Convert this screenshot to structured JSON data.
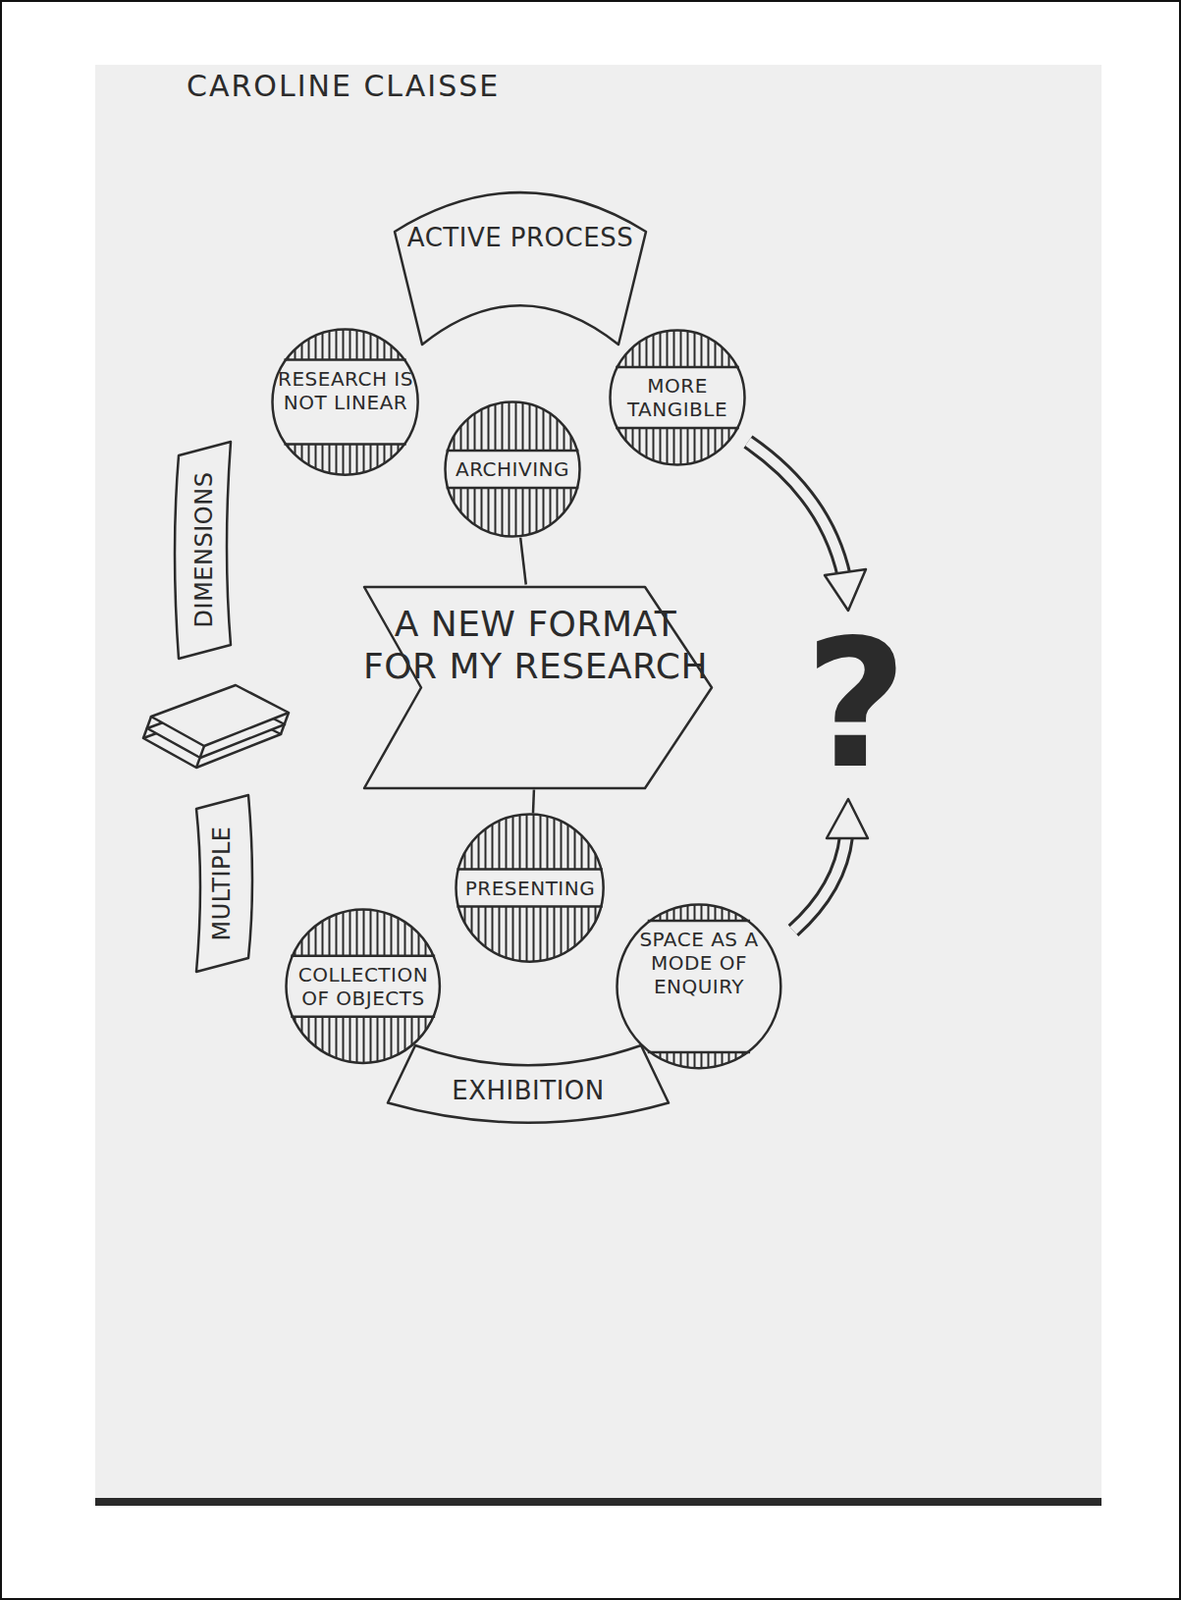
{
  "diagram": {
    "title": "CAROLINE CLAISSE",
    "nodes": [
      {
        "text": [
          "ACTIVE PROCESS"
        ]
      },
      {
        "text": [
          "RESEARCH IS NOT LINEAR"
        ]
      },
      {
        "text": [
          "ARCHIVING"
        ]
      },
      {
        "text": [
          "MORE TANGIBLE"
        ]
      },
      {
        "text": [
          "DIMENSIONS"
        ]
      },
      {
        "text": [
          "A NEW FORMAT FOR MY RESEARCH"
        ]
      },
      {
        "text": [
          "MULTIPLE"
        ]
      },
      {
        "text": [
          "PRESENTING"
        ]
      },
      {
        "text": [
          "COLLECTION OF OBJECTS"
        ]
      },
      {
        "text": [
          "SPACE AS A MODE OF ENQUIRY"
        ]
      },
      {
        "text": [
          "EXHIBITION"
        ]
      }
    ],
    "edges": [
      {
        "from": 2,
        "to": 5,
        "arrow": "none"
      },
      {
        "from": 5,
        "to": 7,
        "arrow": "none"
      }
    ],
    "labels": [
      "?"
    ]
  }
}
